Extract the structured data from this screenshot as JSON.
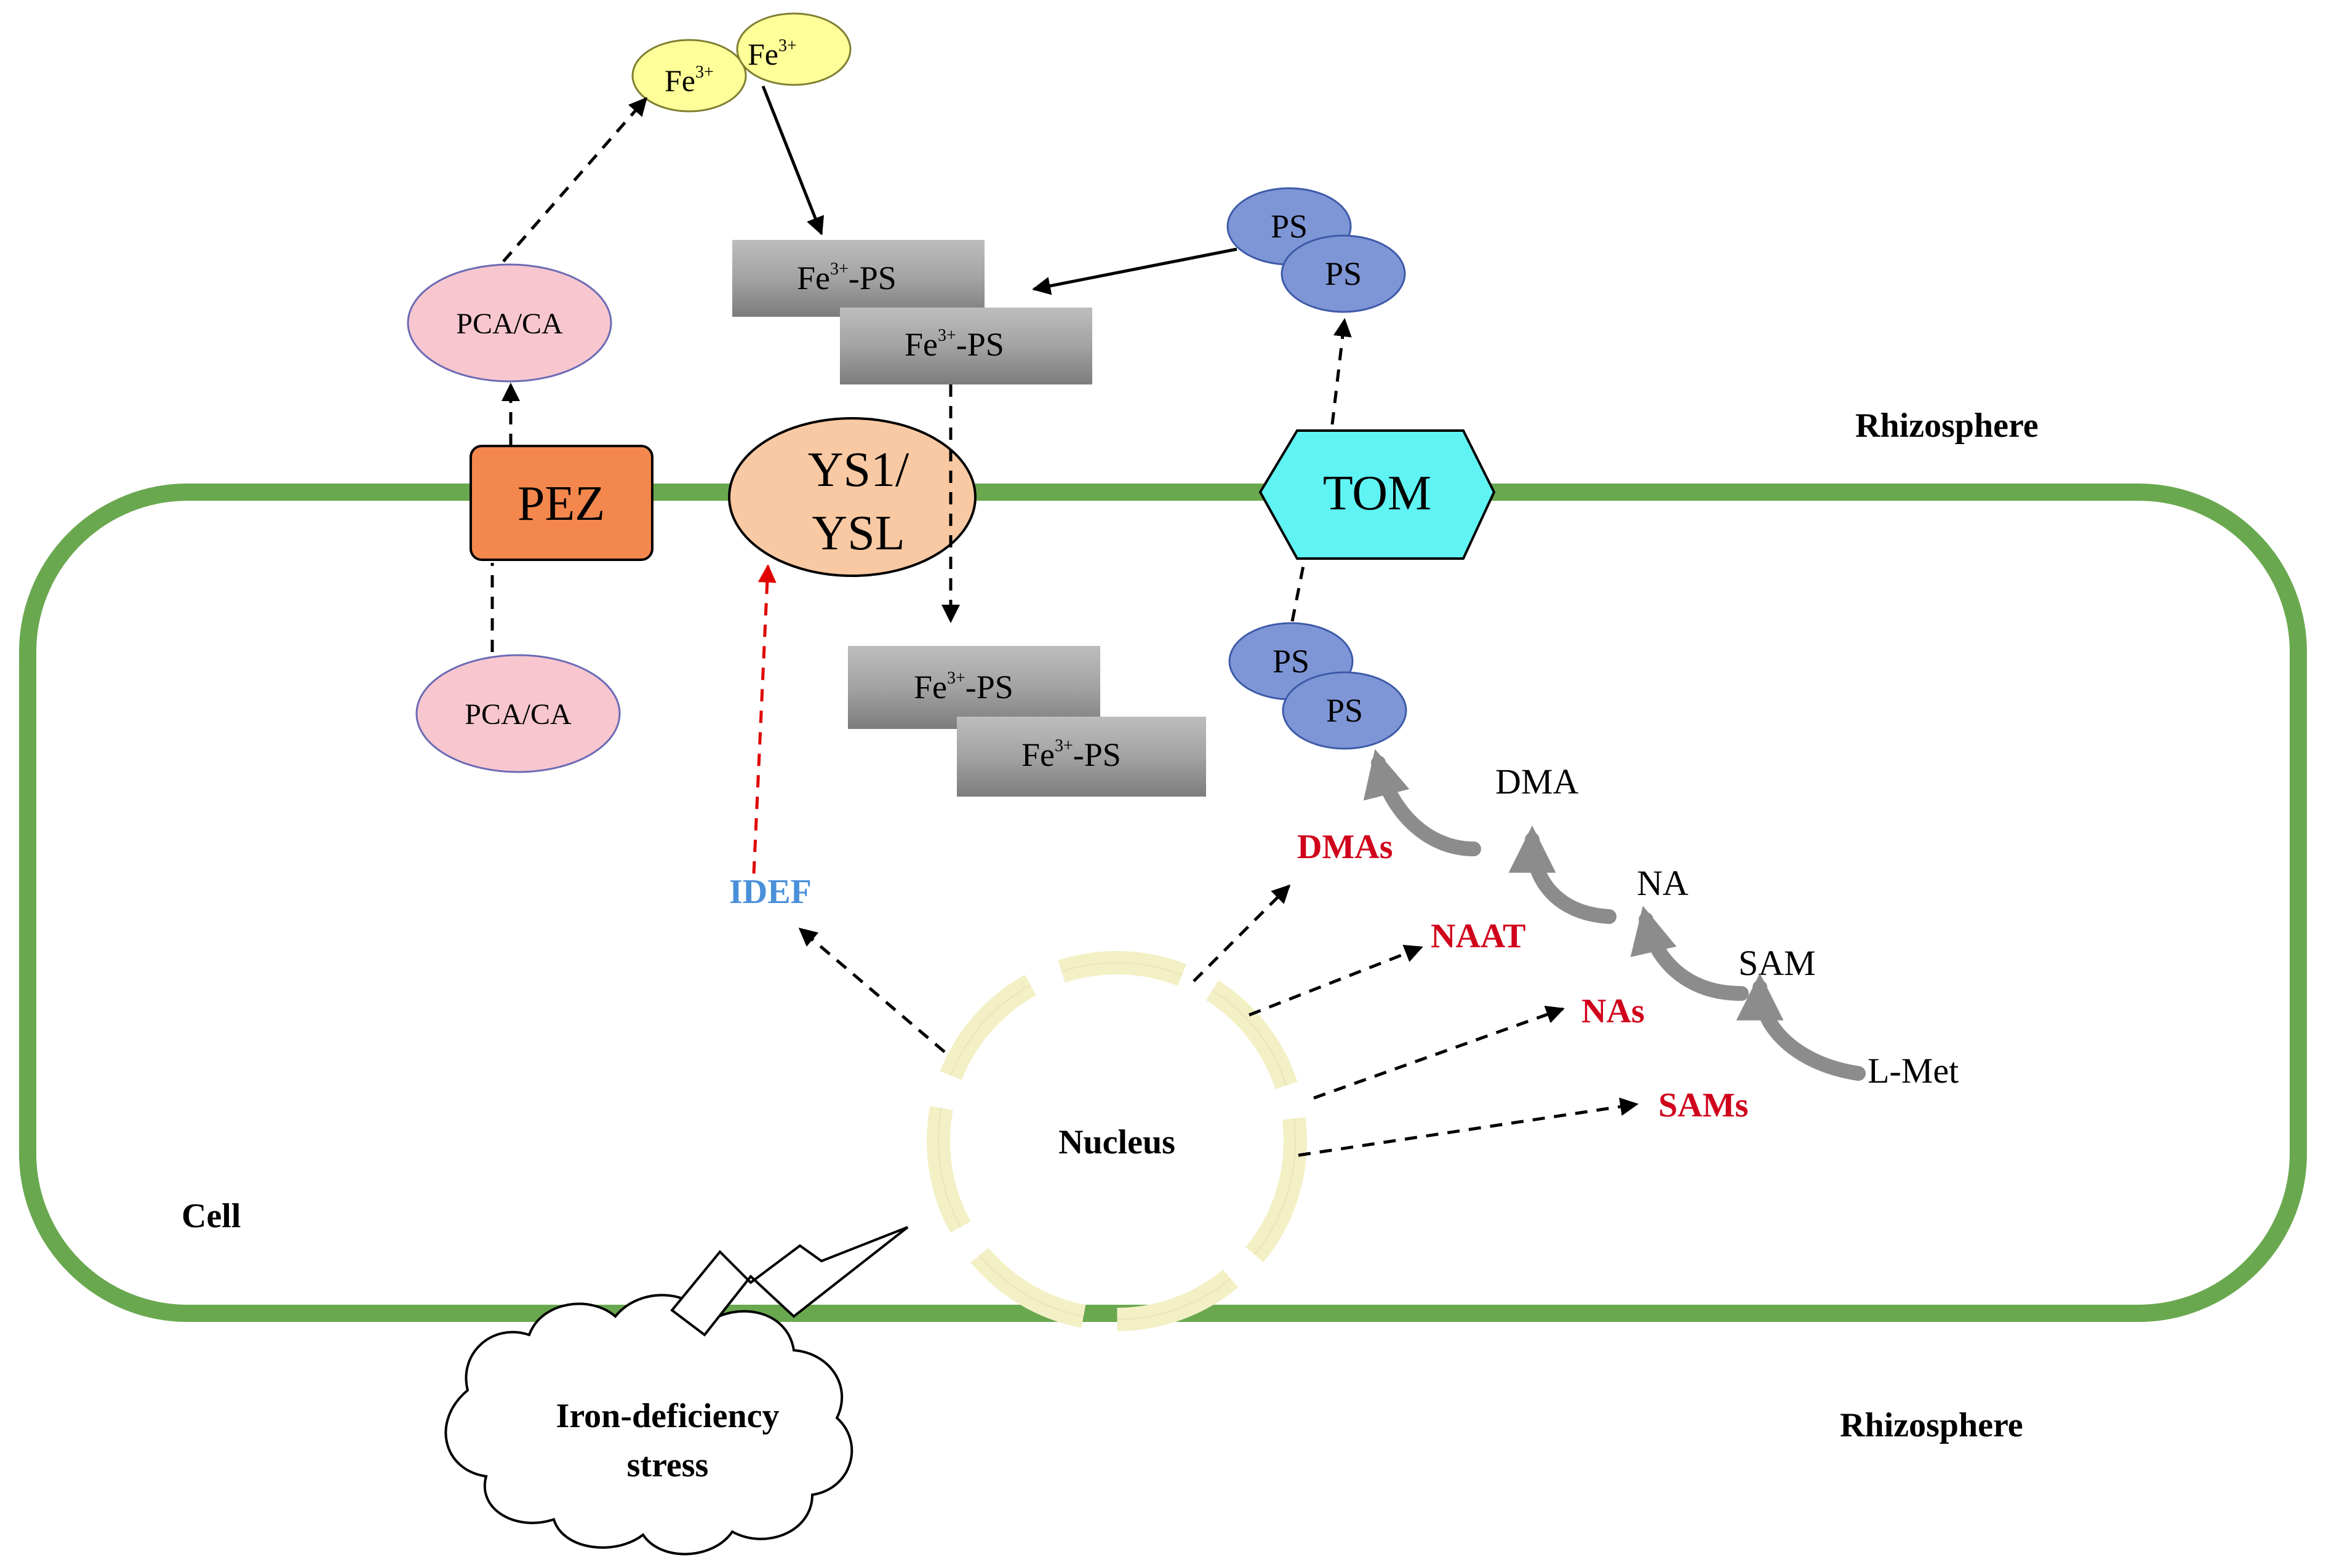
{
  "labels": {
    "fe3_superscript": "3+",
    "fe3_prefix": "Fe",
    "fe_ps_prefix": "Fe",
    "fe_ps_suffix": "-PS",
    "ps": "PS",
    "pca_ca": "PCA/CA",
    "pez": "PEZ",
    "ys1_line1": "YS1/",
    "ys1_line2": "YSL",
    "tom": "TOM",
    "rhizosphere_top": "Rhizosphere",
    "rhizosphere_bottom": "Rhizosphere",
    "cell": "Cell",
    "nucleus": "Nucleus",
    "idef": "IDEF",
    "dmas": "DMAs",
    "naat": "NAAT",
    "nas": "NAs",
    "sams": "SAMs",
    "dma": "DMA",
    "na": "NA",
    "sam": "SAM",
    "lmet": "L-Met",
    "stress_line1": "Iron-deficiency",
    "stress_line2": "stress"
  },
  "colors": {
    "membrane": "#6aa84f",
    "fe": "#ffff99",
    "ps": "#7f96d6",
    "pca": "#f7c6cf",
    "pez": "#f4874d",
    "ys1": "#f9c9a3",
    "tom": "#5ff3f3",
    "feps": "#9e9e9e",
    "nucleus": "#f3f0c6",
    "enzyme_red": "#d0021b",
    "idef_blue": "#4a90d9",
    "pathway_arrow": "#8c8c8c"
  }
}
